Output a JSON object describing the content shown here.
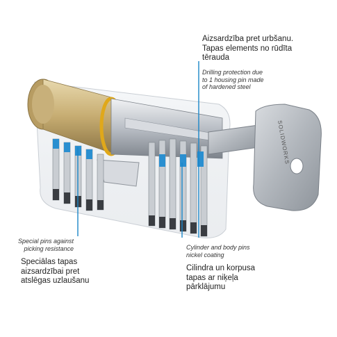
{
  "labels": {
    "drilling_lv": [
      "Aizsardzība pret urbšanu.",
      "Tapas elements no rūdīta",
      "tērauda"
    ],
    "drilling_en": [
      "Drilling protection due",
      "to 1 housing pin made",
      "of hardened steel"
    ],
    "special_en": [
      "Special pins against",
      "picking resistance"
    ],
    "special_lv": [
      "Speciālas tapas",
      "aizsardzībai pret",
      "atslēgas uzlaušanu"
    ],
    "nickel_en": [
      "Cylinder and body pins",
      "nickel coating"
    ],
    "nickel_lv": [
      "Cilindra un korpusa",
      "tapas ar niķeļa",
      "pārklājumu"
    ]
  },
  "key_text": "SOLIDWORKS",
  "colors": {
    "accent_line": "#1a86c8",
    "brass": "#c9b27a",
    "gold_ring": "#e0a81a",
    "steel": "#9aa0a8",
    "pin_blue": "#2a8fd0"
  }
}
